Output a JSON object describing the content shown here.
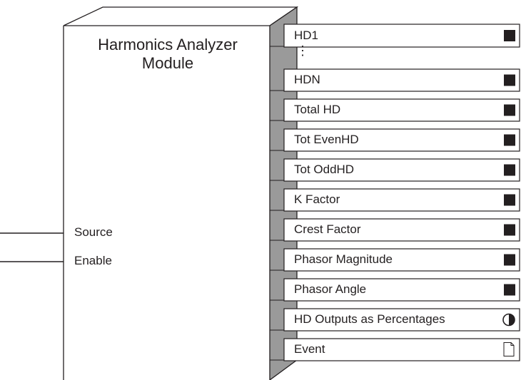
{
  "module": {
    "title_line1": "Harmonics Analyzer",
    "title_line2": "Module"
  },
  "inputs": [
    {
      "label": "Source"
    },
    {
      "label": "Enable"
    }
  ],
  "outputs": [
    {
      "label": "HD1",
      "icon": "numeric-output-icon"
    },
    {
      "label": "HDN",
      "icon": "numeric-output-icon"
    },
    {
      "label": "Total HD",
      "icon": "numeric-output-icon"
    },
    {
      "label": "Tot EvenHD",
      "icon": "numeric-output-icon"
    },
    {
      "label": "Tot OddHD",
      "icon": "numeric-output-icon"
    },
    {
      "label": "K Factor",
      "icon": "numeric-output-icon"
    },
    {
      "label": "Crest Factor",
      "icon": "numeric-output-icon"
    },
    {
      "label": "Phasor Magnitude",
      "icon": "numeric-output-icon"
    },
    {
      "label": "Phasor Angle",
      "icon": "numeric-output-icon"
    },
    {
      "label": "HD Outputs as Percentages",
      "icon": "boolean-output-icon"
    },
    {
      "label": "Event",
      "icon": "event-output-icon"
    }
  ],
  "ellipsis": "⋮",
  "colors": {
    "line": "#231f20",
    "side_face": "#9a9a9a",
    "fill": "#ffffff"
  }
}
